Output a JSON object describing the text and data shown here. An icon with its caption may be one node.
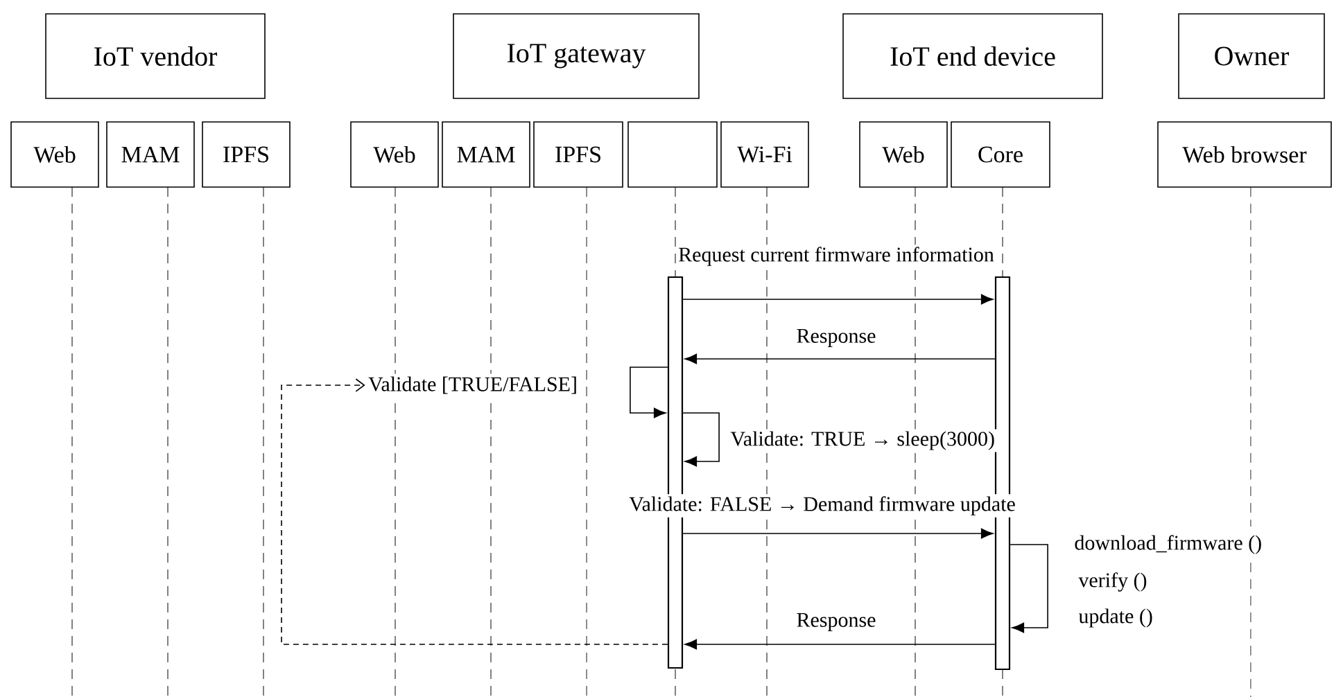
{
  "diagram": {
    "nodes": [
      {
        "text": [
          "IoT vendor"
        ]
      },
      {
        "text": [
          "IoT gateway"
        ]
      },
      {
        "text": [
          "IoT end device"
        ]
      },
      {
        "text": [
          "Owner"
        ]
      },
      {
        "text": [
          "Web"
        ]
      },
      {
        "text": [
          "MAM"
        ]
      },
      {
        "text": [
          "IPFS"
        ]
      },
      {
        "text": [
          "Web"
        ]
      },
      {
        "text": [
          "MAM"
        ]
      },
      {
        "text": [
          "IPFS"
        ]
      },
      {
        "text": [],
        "shape": "box"
      },
      {
        "text": [
          "Wi-Fi"
        ]
      },
      {
        "text": [
          "Web"
        ]
      },
      {
        "text": [
          "Core"
        ]
      },
      {
        "text": [
          "Web browser"
        ]
      },
      {
        "text": [],
        "shape": "bar"
      },
      {
        "text": [],
        "shape": "bar"
      },
      {
        "text": [
          "Validate [TRUE/FALSE]"
        ]
      }
    ],
    "edges": [
      {
        "from": 15,
        "to": 16,
        "arrow": "to",
        "label": "Request current firmware information"
      },
      {
        "from": 16,
        "to": 15,
        "arrow": "to",
        "label": "Response"
      },
      {
        "from": 15,
        "to": 15,
        "arrow": "to"
      },
      {
        "from": 15,
        "to": 15,
        "arrow": "to",
        "label": "Validate: TRUE → sleep(3000)"
      },
      {
        "from": 15,
        "to": 16,
        "arrow": "to",
        "label": "Validate: FALSE → Demand firmware update"
      },
      {
        "from": 16,
        "to": 16,
        "arrow": "to",
        "label": "download_firmware ()"
      },
      {
        "from": 16,
        "to": 15,
        "arrow": "to",
        "label": "Response"
      },
      {
        "from": 15,
        "to": 17,
        "arrow": "to",
        "style": "dashed"
      }
    ],
    "labels": [
      "verify ()",
      "update ()"
    ]
  }
}
